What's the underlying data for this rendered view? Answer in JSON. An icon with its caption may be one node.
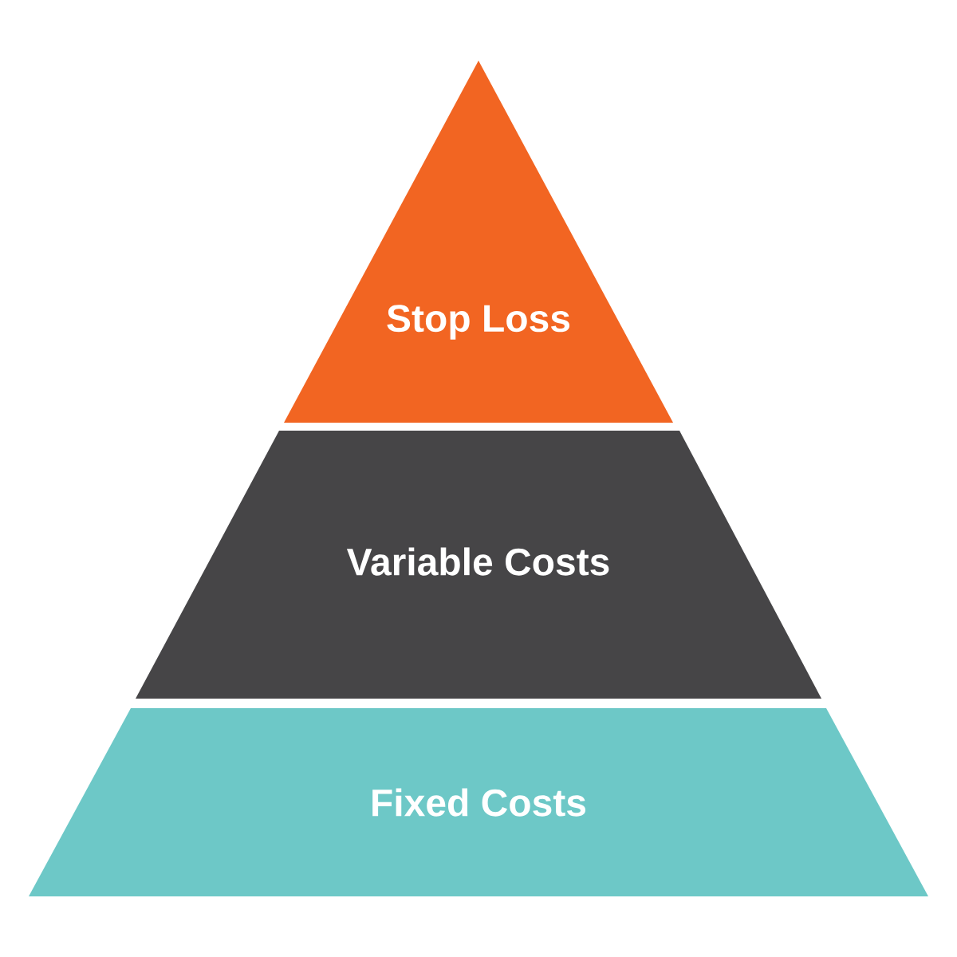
{
  "diagram": {
    "nodes": [
      {
        "text": [
          "Stop Loss"
        ]
      },
      {
        "text": [
          "Variable Costs"
        ]
      },
      {
        "text": [
          "Fixed Costs"
        ]
      }
    ]
  }
}
